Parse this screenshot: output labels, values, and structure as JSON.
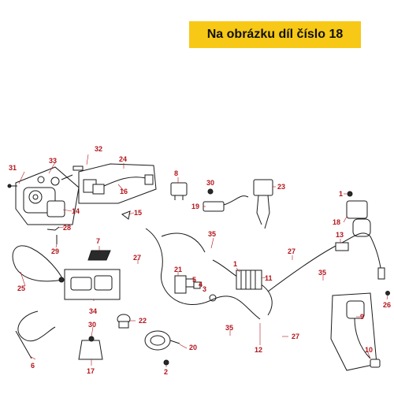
{
  "banner": {
    "text": "Na obrázku díl číslo 18",
    "color": "#f7c815"
  },
  "colors": {
    "callout": "#b3141b",
    "line": "#1a1a1a"
  },
  "callouts": {
    "c1a": "1",
    "c1b": "1",
    "c2": "2",
    "c3": "3",
    "c4": "4",
    "c5": "5",
    "c6": "6",
    "c7": "7",
    "c8": "8",
    "c9": "9",
    "c10": "10",
    "c11": "11",
    "c12": "12",
    "c13": "13",
    "c14": "14",
    "c15": "15",
    "c16": "16",
    "c17": "17",
    "c18": "18",
    "c19": "19",
    "c20": "20",
    "c21": "21",
    "c22": "22",
    "c23": "23",
    "c24": "24",
    "c25": "25",
    "c26": "26",
    "c27a": "27",
    "c27b": "27",
    "c27c": "27",
    "c28": "28",
    "c29": "29",
    "c30a": "30",
    "c30b": "30",
    "c31": "31",
    "c32": "32",
    "c33": "33",
    "c34": "34",
    "c35a": "35",
    "c35b": "35",
    "c35c": "35"
  }
}
